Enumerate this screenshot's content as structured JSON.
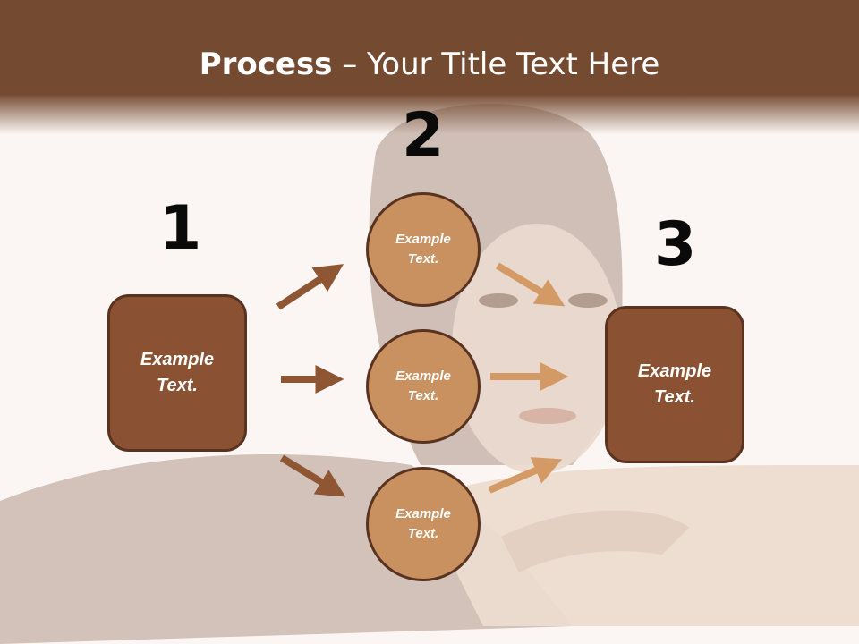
{
  "slide": {
    "title_bold": "Process",
    "title_rest": " – Your Title Text Here",
    "step_numbers": [
      "1",
      "2",
      "3"
    ],
    "step1_box": {
      "label": "Example\nText."
    },
    "step2_circles": [
      {
        "label": "Example\nText."
      },
      {
        "label": "Example\nText."
      },
      {
        "label": "Example\nText."
      }
    ],
    "step3_box": {
      "label": "Example\nText."
    }
  },
  "colors": {
    "header": "#744a30",
    "box_fill": "#8a5232",
    "circle_fill": "#c9915f",
    "arrow_dark": "#8f5634",
    "arrow_light": "#d49a66",
    "number_text": "#0a0a0a"
  }
}
